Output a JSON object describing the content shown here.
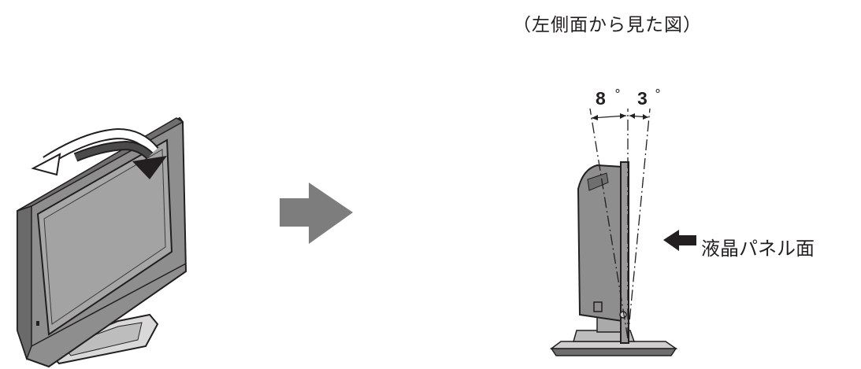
{
  "caption": "（左側面から見た図）",
  "angles": {
    "forward_value": "8",
    "backward_value": "3",
    "degree_symbol": "°"
  },
  "panel_label": "液晶パネル面",
  "colors": {
    "bezel": "#8a8a8a",
    "bezel_dark": "#4a4a4a",
    "screen": "#a3a3a3",
    "arrow": "#7d7d7d",
    "outline": "#231f20"
  },
  "icons": [
    "rotate-arrow-icon",
    "right-arrow-icon",
    "left-arrow-icon"
  ]
}
